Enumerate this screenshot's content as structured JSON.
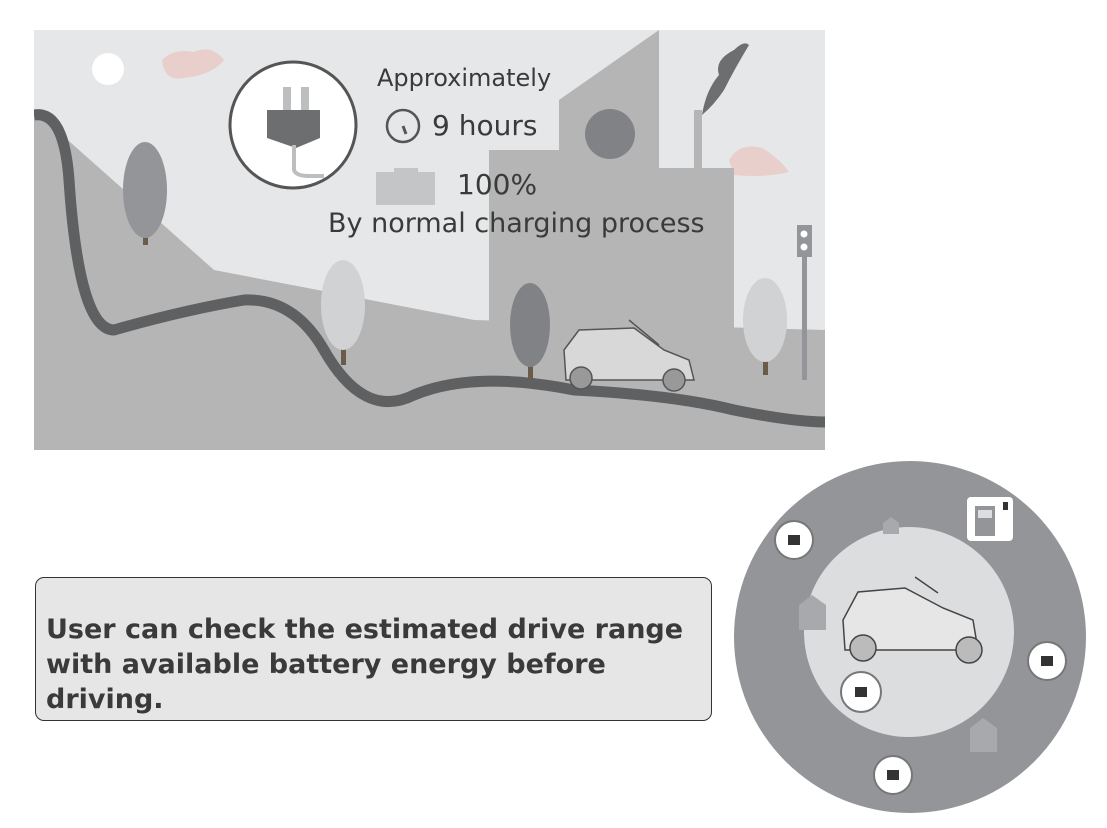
{
  "charging_info": {
    "approx_label": "Approximately",
    "duration": "9 hours",
    "charge_level": "100%",
    "method": "By normal charging process"
  },
  "callout": {
    "line1": "User can check the estimated drive range",
    "line2": "with available battery energy before driving."
  },
  "icons": [
    "plug-icon",
    "clock-icon",
    "battery-icon",
    "car-icon",
    "charging-station-icon",
    "location-tag-icon"
  ],
  "colors": {
    "sky": "#e6e7e8",
    "hill": "#b5b5b5",
    "road": "#5f6062",
    "ring": "#939598",
    "inner": "#dcdddf"
  }
}
